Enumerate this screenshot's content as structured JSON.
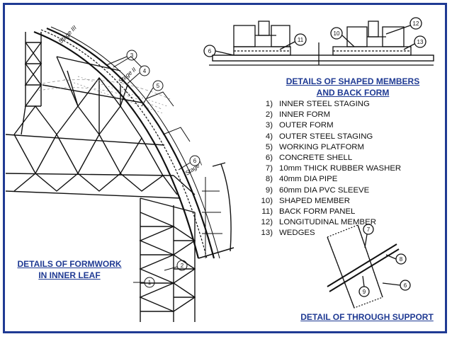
{
  "colors": {
    "border": "#1f3a93",
    "heading": "#1f3a93",
    "ink": "#111111"
  },
  "headings": {
    "shaped_members_line1": "DETAILS OF SHAPED MEMBERS",
    "shaped_members_line2": "AND BACK FORM",
    "formwork_line1": "DETAILS OF FORMWORK",
    "formwork_line2": "IN INNER LEAF",
    "through_support": "DETAIL OF THROUGH SUPPORT"
  },
  "legend": [
    {
      "num": "1)",
      "text": "INNER STEEL STAGING"
    },
    {
      "num": "2)",
      "text": "INNER FORM"
    },
    {
      "num": "3)",
      "text": "OUTER FORM"
    },
    {
      "num": "4)",
      "text": "OUTER STEEL STAGING"
    },
    {
      "num": "5)",
      "text": "WORKING PLATFORM"
    },
    {
      "num": "6)",
      "text": "CONCRETE SHELL"
    },
    {
      "num": "7)",
      "text": "10mm THICK RUBBER WASHER"
    },
    {
      "num": "8)",
      "text": "40mm DIA PIPE"
    },
    {
      "num": "9)",
      "text": "60mm DIA PVC SLEEVE"
    },
    {
      "num": "10)",
      "text": "SHAPED MEMBER"
    },
    {
      "num": "11)",
      "text": "BACK FORM PANEL"
    },
    {
      "num": "12)",
      "text": "LONGITUDINAL MEMBER"
    },
    {
      "num": "13)",
      "text": "WEDGES"
    }
  ],
  "callouts": {
    "stage_3": "Stage III",
    "stage_2": "Stage II",
    "stage_1": "Stage I",
    "main_3": "3",
    "main_4": "4",
    "main_5": "5",
    "main_6": "6",
    "main_2": "2",
    "main_1": "1",
    "top_6": "6",
    "top_11": "11",
    "top_10": "10",
    "top_12": "12",
    "top_13": "13",
    "sup_7": "7",
    "sup_8": "8",
    "sup_9": "9",
    "sup_6": "6"
  }
}
